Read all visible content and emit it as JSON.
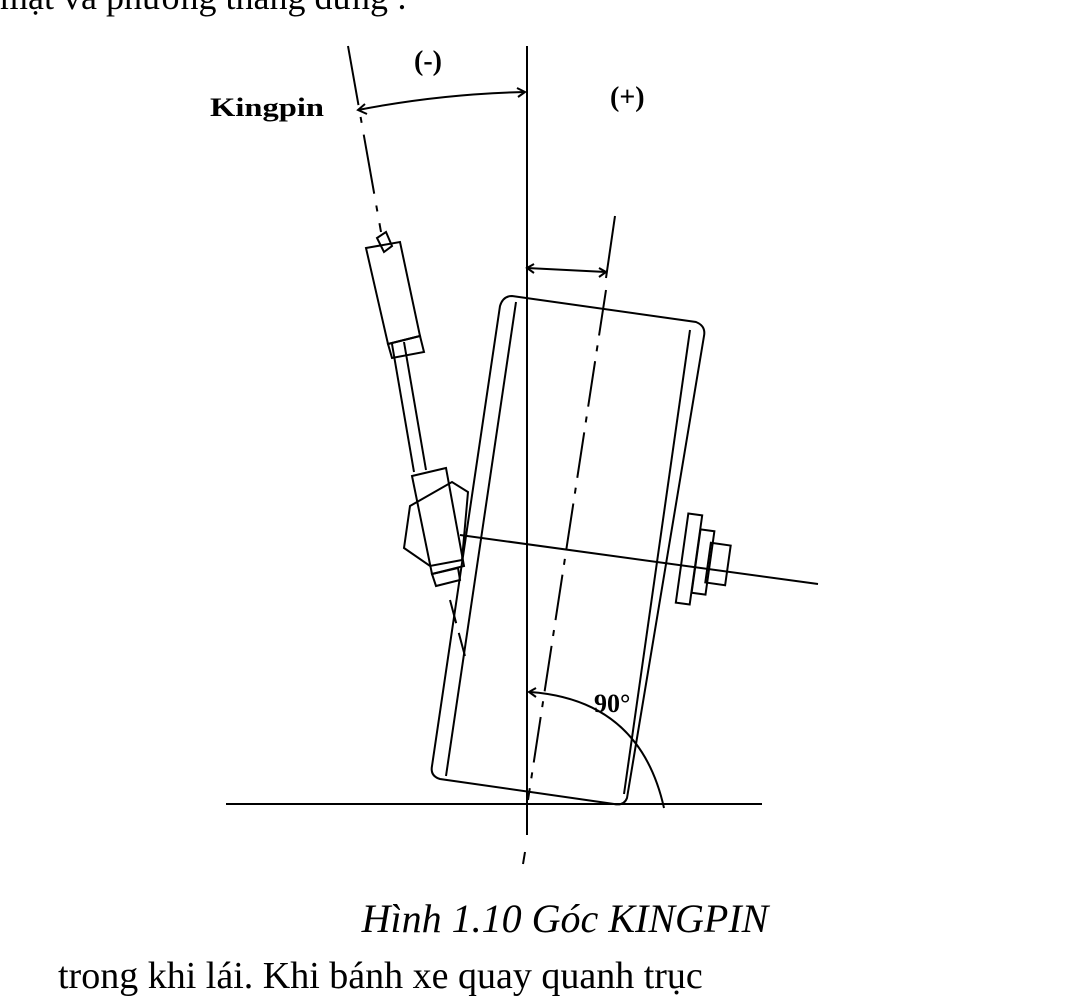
{
  "top_text": "mặt và phương thẳng đứng :",
  "bottom_text": "trong khi lái. Khi bánh xe quay quanh trục",
  "caption": "Hình 1.10 Góc KINGPIN",
  "labels": {
    "negative": "(-)",
    "positive": "(+)",
    "kingpin": "Kingpin",
    "right_angle": "90°"
  }
}
